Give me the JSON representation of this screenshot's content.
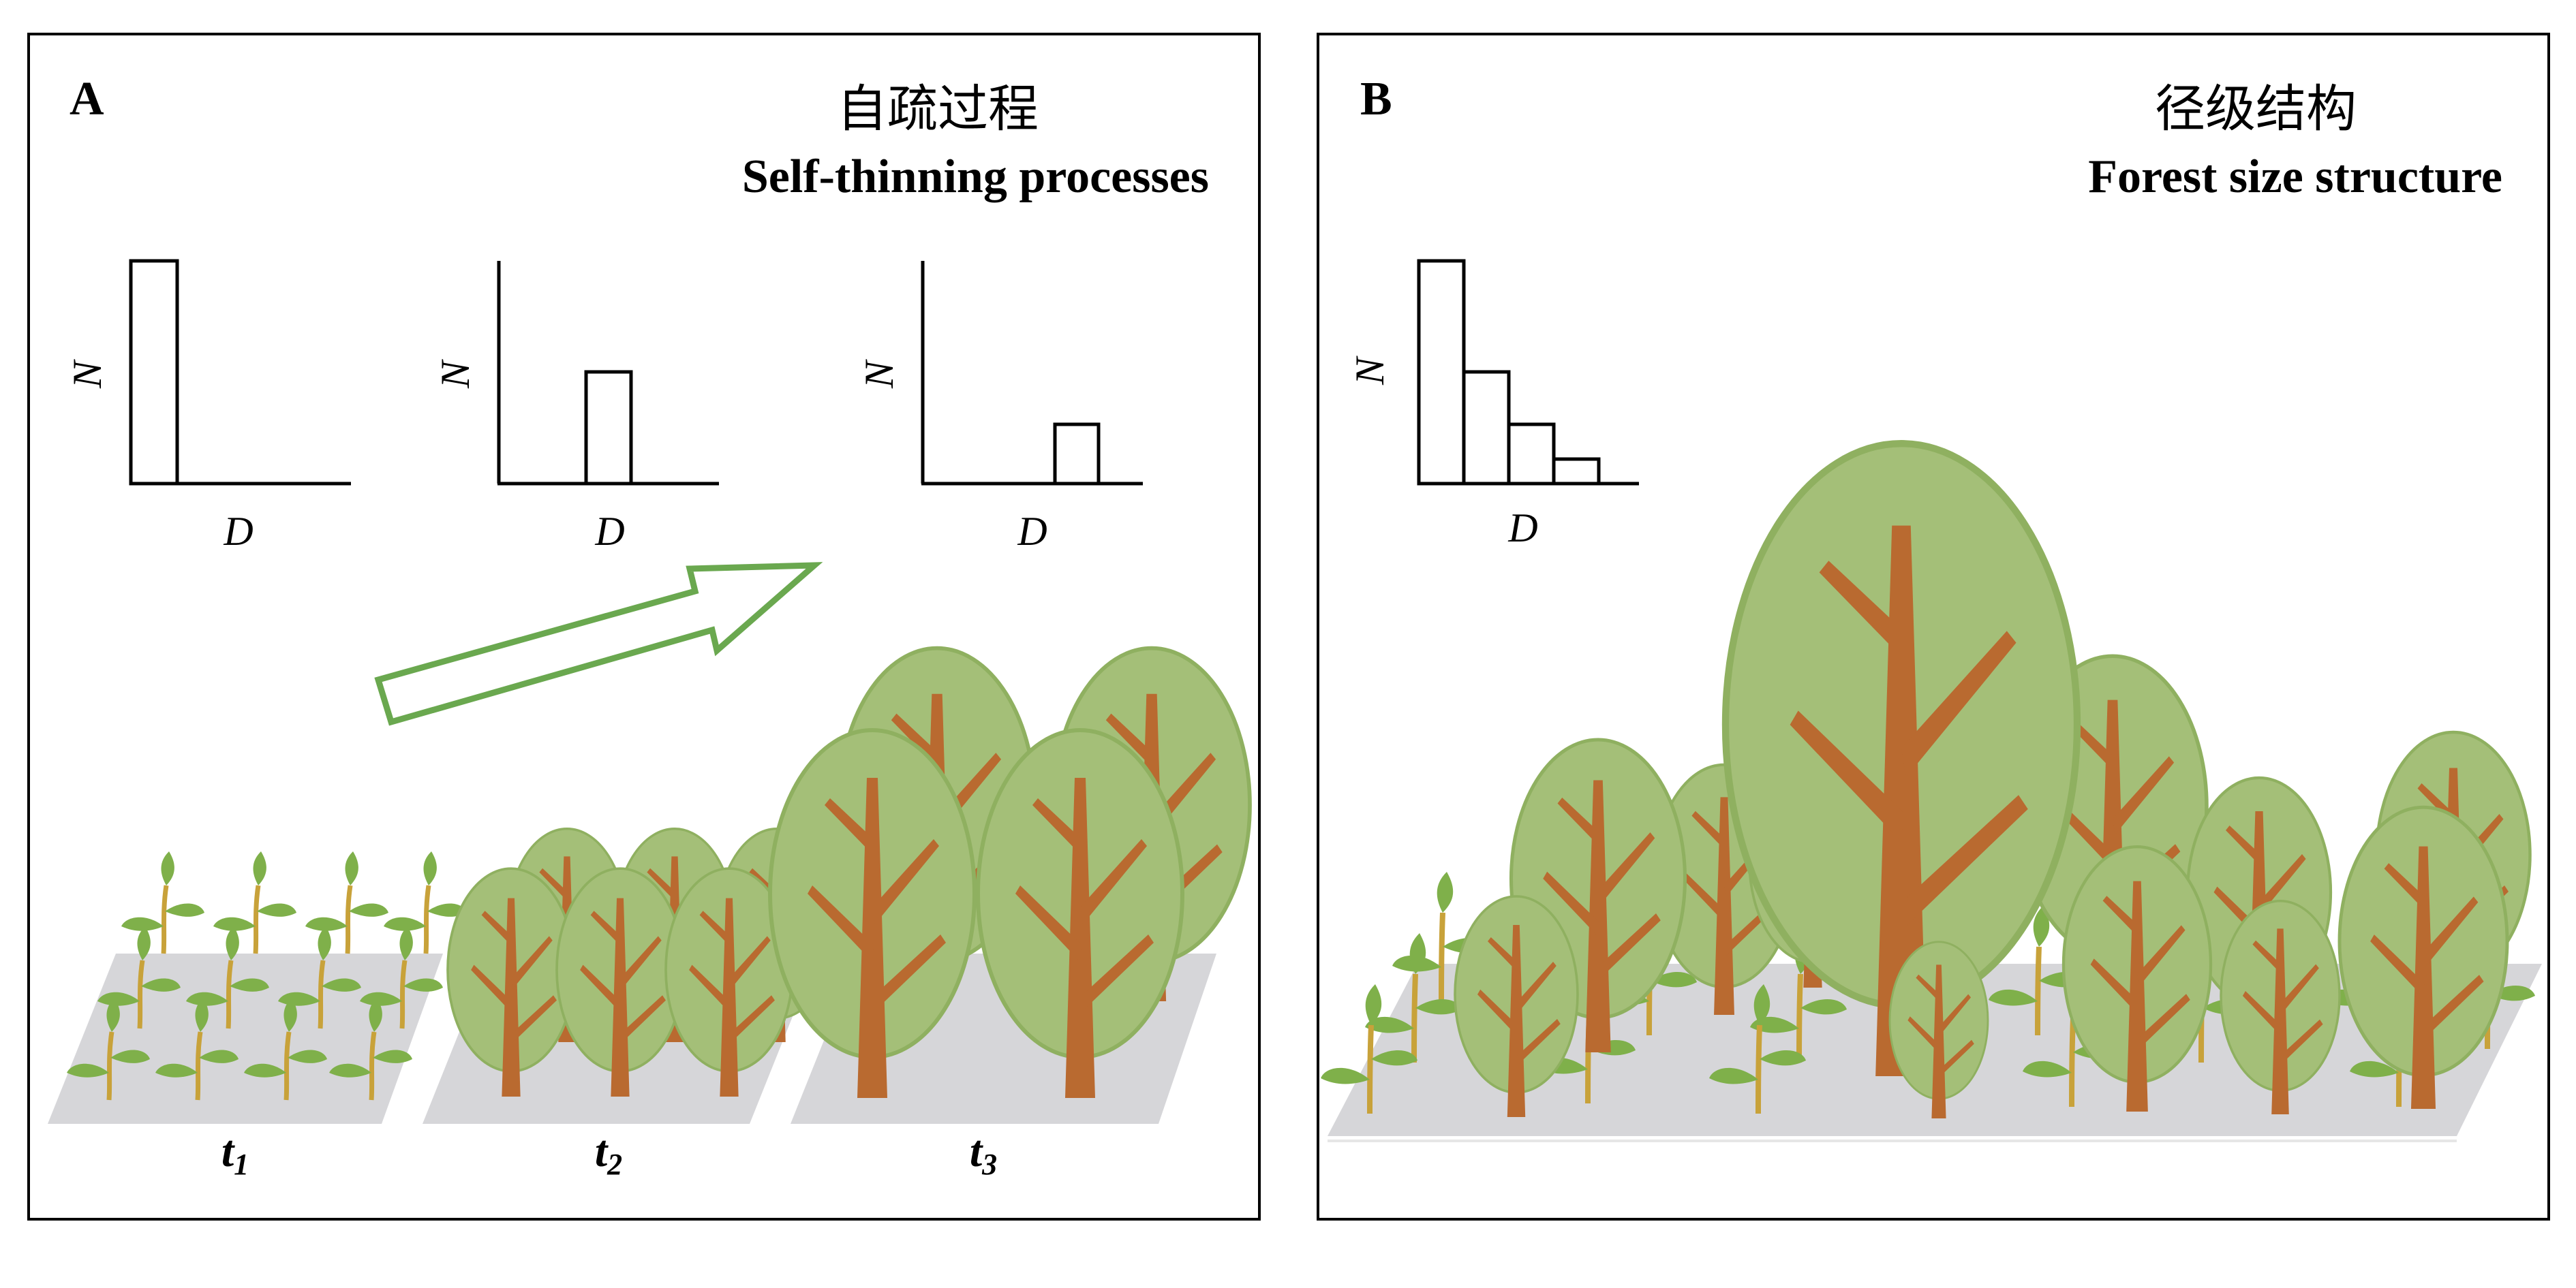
{
  "panel_a": {
    "letter": "A",
    "title_cn": "自疏过程",
    "title_en": "Self-thinning processes",
    "axis_y": "N",
    "axis_x": "D",
    "times": [
      {
        "t": "t",
        "sub": "1"
      },
      {
        "t": "t",
        "sub": "2"
      },
      {
        "t": "t",
        "sub": "3"
      }
    ]
  },
  "panel_b": {
    "letter": "B",
    "title_cn": "径级结构",
    "title_en": "Forest size structure",
    "axis_y": "N",
    "axis_x": "D"
  },
  "colors": {
    "canopy": "#a4bf78",
    "canopy_edge": "#8fb060",
    "trunk": "#b96a30",
    "ground": "#d6d6d9",
    "arrow": "#6aa84f",
    "seedling_leaf": "#7fb04a",
    "seedling_stem": "#c8a23a"
  }
}
